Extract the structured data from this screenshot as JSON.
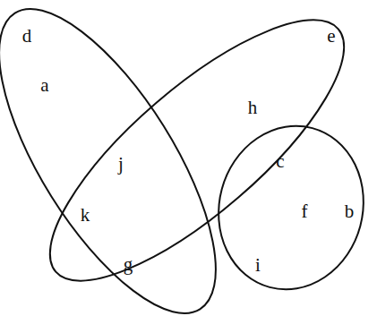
{
  "diagram": {
    "labels": [
      "d",
      "e",
      "a",
      "h",
      "j",
      "c",
      "k",
      "f",
      "b",
      "g",
      "i"
    ]
  }
}
